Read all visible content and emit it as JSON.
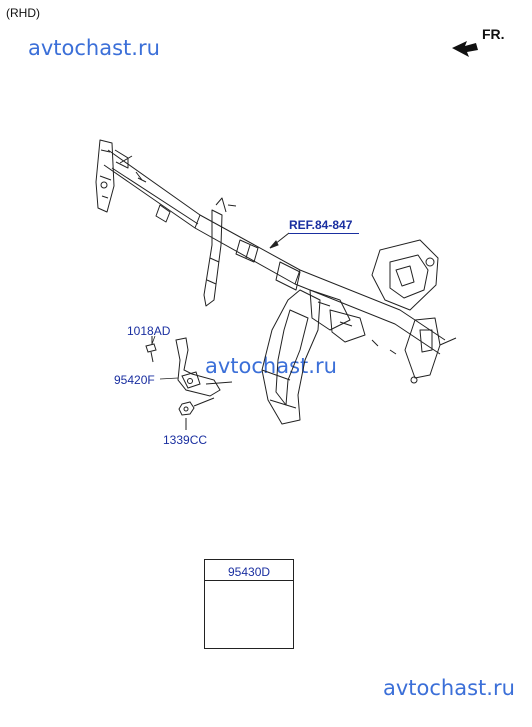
{
  "header": {
    "variant": "(RHD)",
    "direction": "FR."
  },
  "watermarks": [
    "avtochast.ru",
    "avtochast.ru",
    "avtochast.ru"
  ],
  "labels": {
    "ref": "REF.84-847",
    "bolt": "1018AD",
    "bracket": "95420F",
    "nut": "1339CC",
    "module": "95430D"
  },
  "colors": {
    "label": "#1a2fa0",
    "watermark": "#3b6fd8",
    "line": "#222222"
  }
}
